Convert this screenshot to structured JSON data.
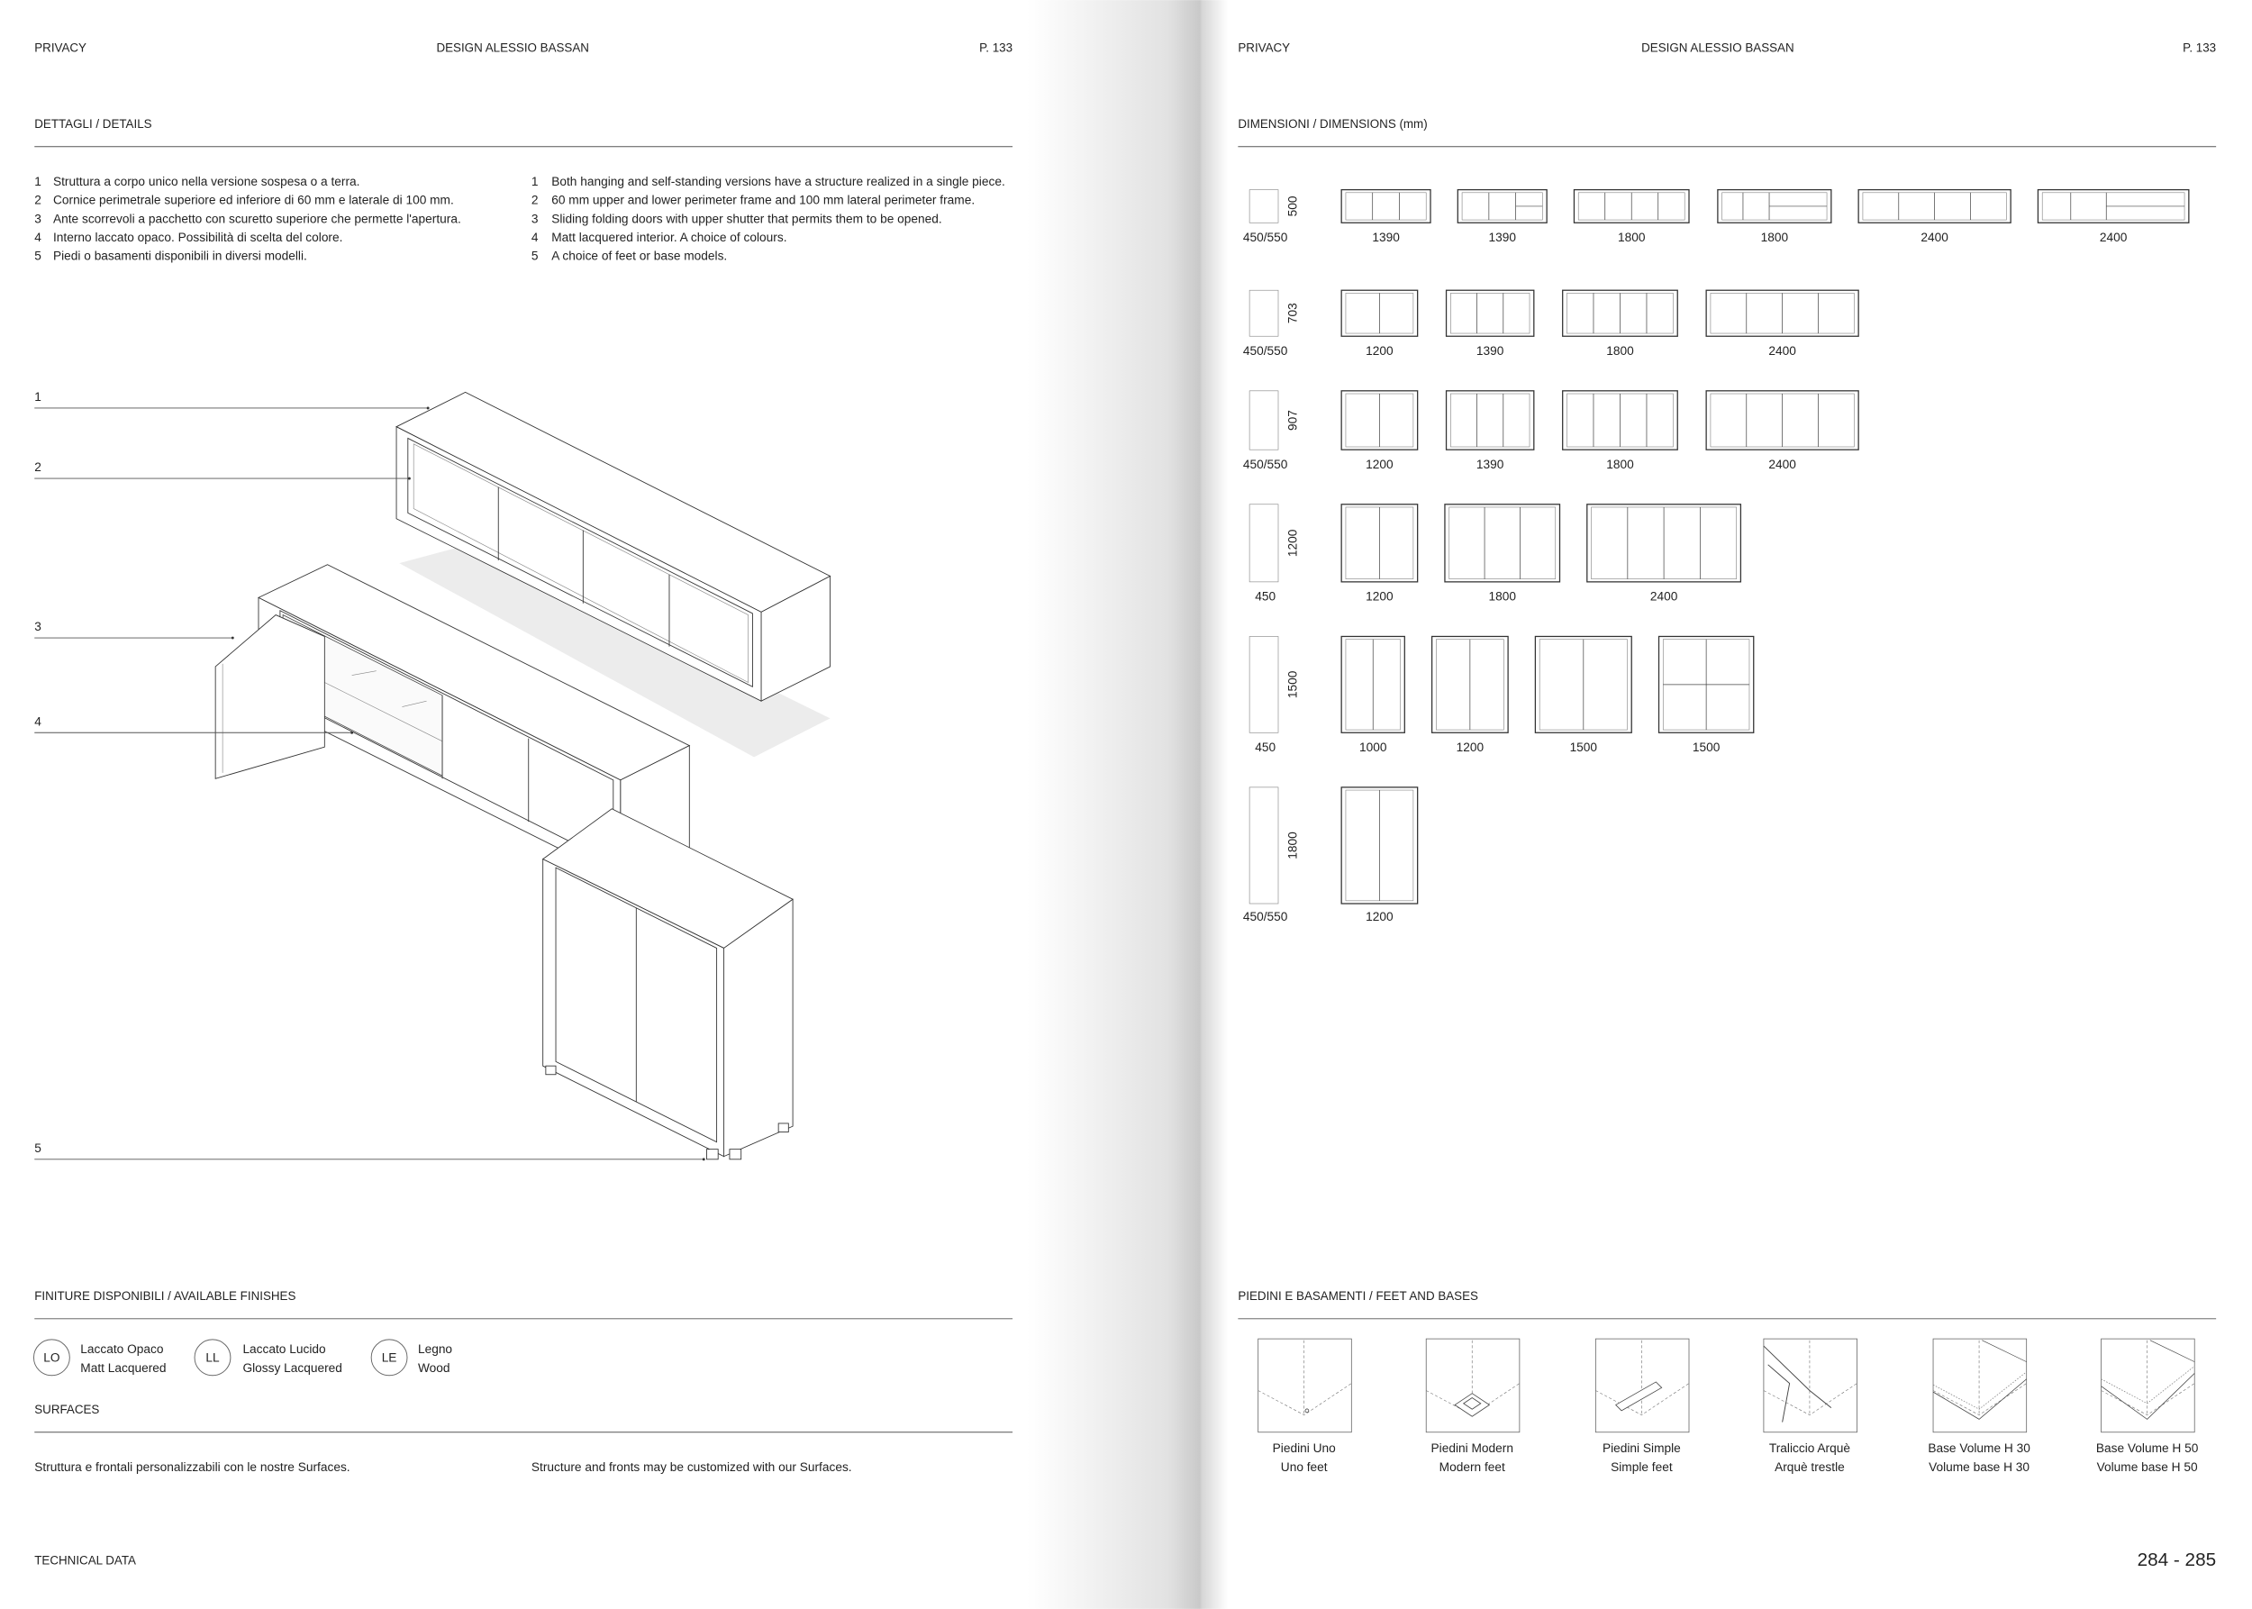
{
  "left": {
    "header": {
      "section": "PRIVACY",
      "designer": "DESIGN ALESSIO BASSAN",
      "page": "P. 133"
    },
    "details": {
      "title": "DETTAGLI / DETAILS",
      "it": [
        "Struttura a corpo unico nella versione sospesa o a terra.",
        "Cornice perimetrale superiore ed inferiore di 60 mm e laterale di 100 mm.",
        "Ante scorrevoli a pacchetto con scuretto superiore che permette l'apertura.",
        "Interno laccato opaco. Possibilità di scelta del colore.",
        "Piedi o basamenti disponibili in diversi modelli."
      ],
      "en": [
        "Both hanging and self-standing versions have a structure realized in a single piece.",
        "60 mm upper and lower perimeter frame and 100 mm lateral perimeter frame.",
        "Sliding folding doors with upper shutter that permits them to be opened.",
        "Matt lacquered interior. A choice of colours.",
        "A choice of feet or base models."
      ],
      "numbers": [
        "1",
        "2",
        "3",
        "4",
        "5"
      ]
    },
    "callouts": [
      "1",
      "2",
      "3",
      "4",
      "5"
    ],
    "finishes": {
      "title": "FINITURE DISPONIBILI / AVAILABLE FINISHES",
      "items": [
        {
          "code": "LO",
          "it": "Laccato Opaco",
          "en": "Matt Lacquered"
        },
        {
          "code": "LL",
          "it": "Laccato Lucido",
          "en": "Glossy Lacquered"
        },
        {
          "code": "LE",
          "it": "Legno",
          "en": "Wood"
        }
      ]
    },
    "surfaces": {
      "title": "SURFACES",
      "it": "Struttura e frontali personalizzabili con le nostre Surfaces.",
      "en": "Structure and fronts may be customized with our Surfaces."
    },
    "footer": "TECHNICAL DATA"
  },
  "right": {
    "header": {
      "section": "PRIVACY",
      "designer": "DESIGN ALESSIO BASSAN",
      "page": "P. 133"
    },
    "dimensions": {
      "title": "DIMENSIONI / DIMENSIONS (mm)",
      "rows": [
        {
          "height": "500",
          "depth": "450/550",
          "widths": [
            "1390",
            "1390",
            "1800",
            "1800",
            "2400",
            "2400"
          ]
        },
        {
          "height": "703",
          "depth": "450/550",
          "widths": [
            "1200",
            "1390",
            "1800",
            "2400"
          ]
        },
        {
          "height": "907",
          "depth": "450/550",
          "widths": [
            "1200",
            "1390",
            "1800",
            "2400"
          ]
        },
        {
          "height": "1200",
          "depth": "450",
          "widths": [
            "1200",
            "1800",
            "2400"
          ]
        },
        {
          "height": "1500",
          "depth": "450",
          "widths": [
            "1000",
            "1200",
            "1500",
            "1500"
          ]
        },
        {
          "height": "1800",
          "depth": "450/550",
          "widths": [
            "1200"
          ]
        }
      ]
    },
    "feet": {
      "title": "PIEDINI E BASAMENTI / FEET AND BASES",
      "items": [
        {
          "it": "Piedini Uno",
          "en": "Uno feet"
        },
        {
          "it": "Piedini Modern",
          "en": "Modern feet"
        },
        {
          "it": "Piedini Simple",
          "en": "Simple feet"
        },
        {
          "it": "Traliccio Arquè",
          "en": "Arquè trestle"
        },
        {
          "it": "Base Volume H 30",
          "en": "Volume base H 30"
        },
        {
          "it": "Base Volume H 50",
          "en": "Volume base H 50"
        }
      ]
    },
    "page_numbers": "284 - 285"
  }
}
